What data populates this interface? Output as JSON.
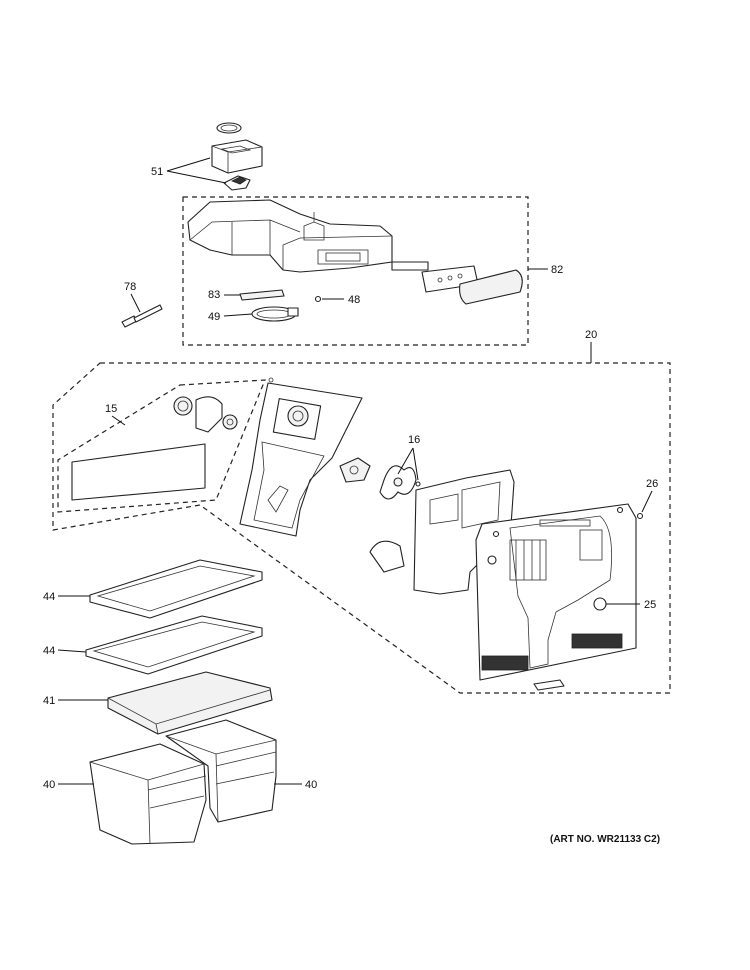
{
  "diagram": {
    "art_number": "(ART NO. WR21133 C2)",
    "callouts": {
      "c51": "51",
      "c82": "82",
      "c78": "78",
      "c83": "83",
      "c48": "48",
      "c49": "49",
      "c20": "20",
      "c15": "15",
      "c16": "16",
      "c26": "26",
      "c25": "25",
      "c44a": "44",
      "c44b": "44",
      "c41": "41",
      "c40a": "40",
      "c40b": "40"
    }
  }
}
